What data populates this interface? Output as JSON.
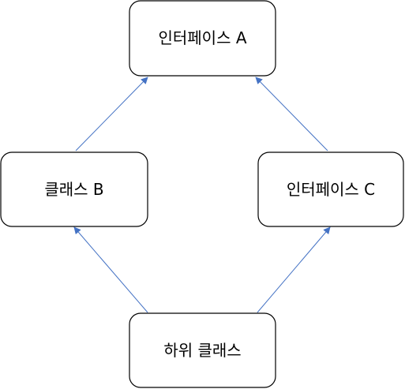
{
  "nodes": {
    "interface_a": {
      "label": "인터페이스 A"
    },
    "class_b": {
      "label": "클래스 B"
    },
    "interface_c": {
      "label": "인터페이스 C"
    },
    "subclass": {
      "label": "하위 클래스"
    }
  },
  "edges": [
    {
      "from": "class_b",
      "to": "interface_a"
    },
    {
      "from": "interface_c",
      "to": "interface_a"
    },
    {
      "from": "subclass",
      "to": "class_b"
    },
    {
      "from": "subclass",
      "to": "interface_c"
    }
  ],
  "colors": {
    "edge": "#4472c4",
    "box_border": "#000000",
    "box_fill": "#ffffff"
  }
}
